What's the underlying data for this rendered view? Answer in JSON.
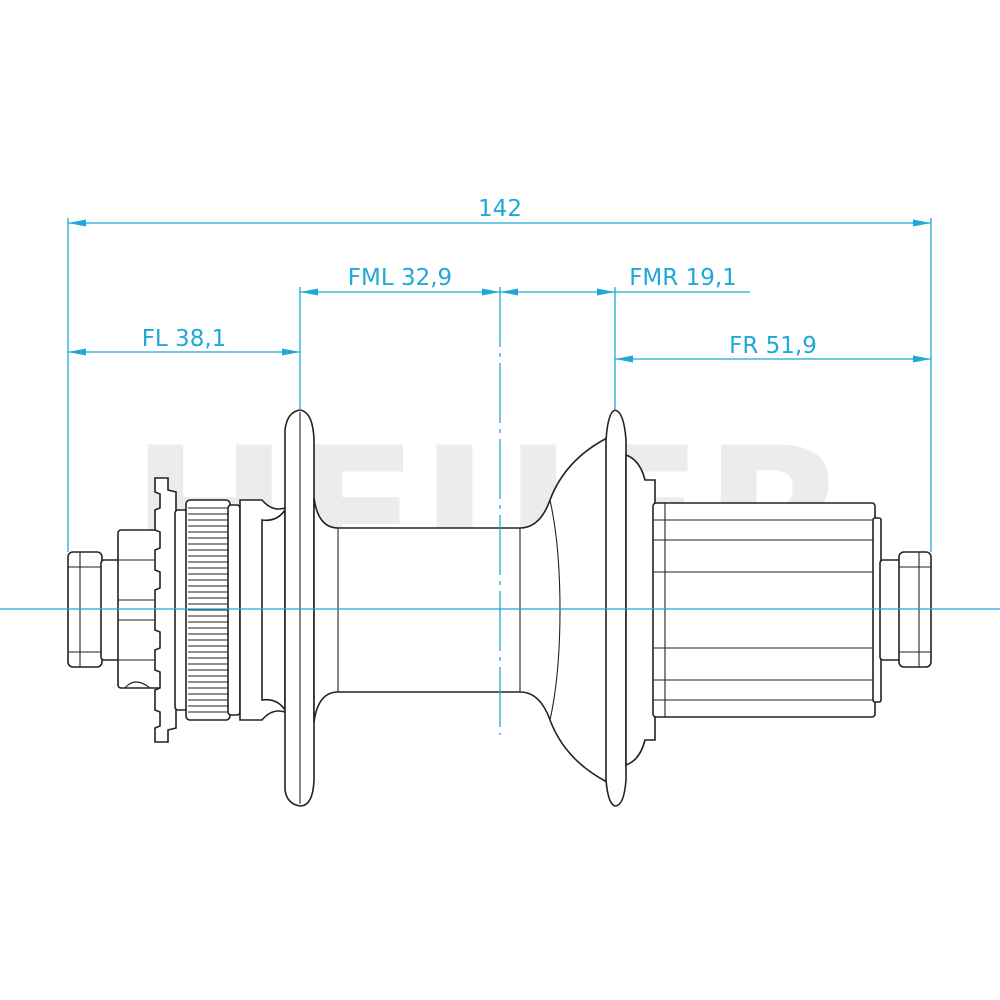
{
  "watermark": "HEUER",
  "colors": {
    "dimension": "#1fa8d8",
    "outline": "#222222",
    "watermark": "#ececec",
    "background": "#ffffff"
  },
  "dimensions": {
    "overall": "142",
    "flange_middle_left": "FML 32,9",
    "flange_middle_right": "FMR 19,1",
    "flange_left": "FL 38,1",
    "flange_right": "FR 51,9"
  }
}
